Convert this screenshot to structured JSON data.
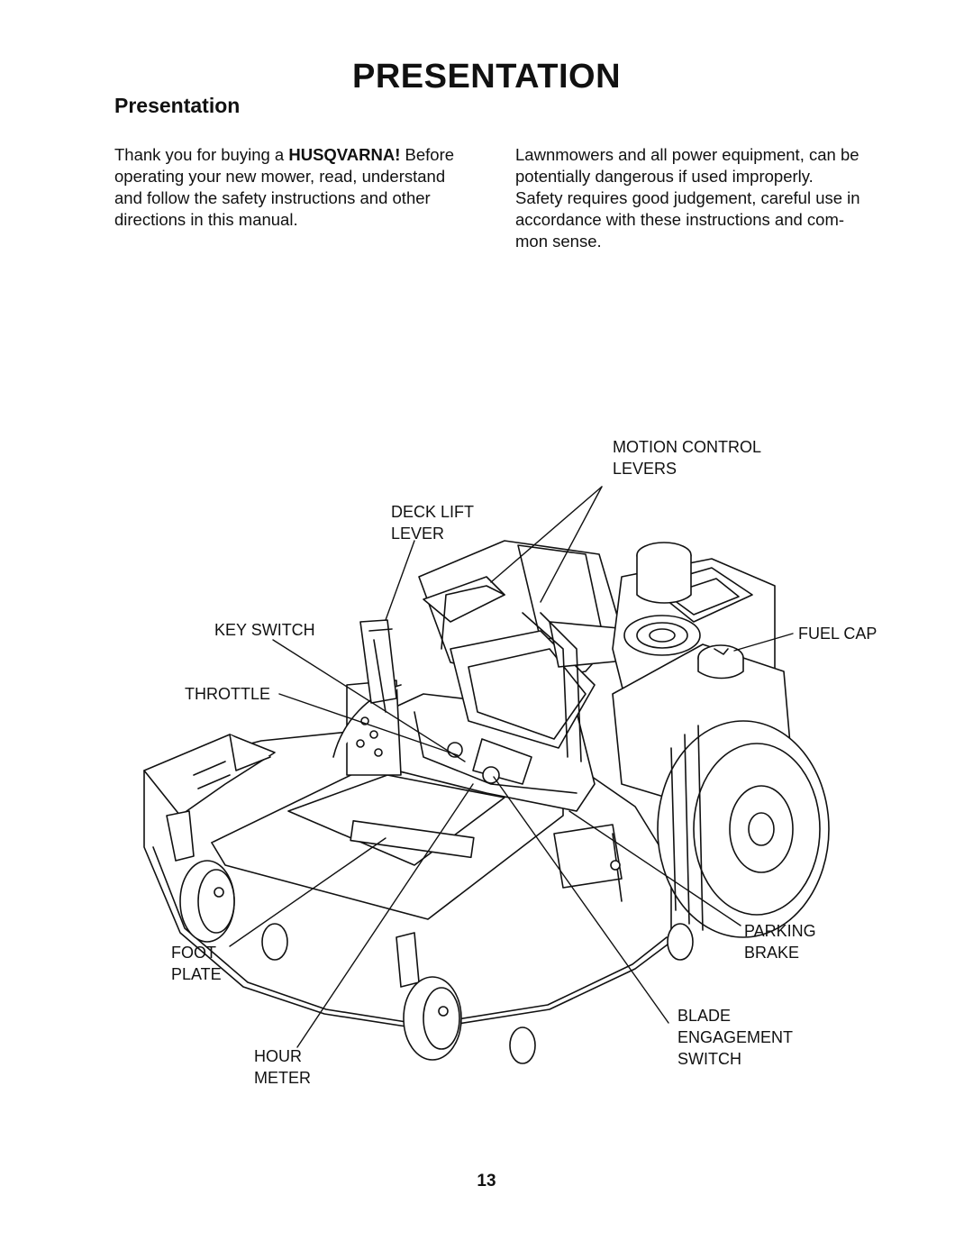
{
  "page_title": "PRESENTATION",
  "section_title": "Presentation",
  "intro_left": {
    "line1_pre": "Thank you for buying a ",
    "brand": "HUSQVARNA!",
    "line1_post": " Before",
    "line2": "operating your new mower, read, understand",
    "line3": "and follow the safety instructions and other",
    "line4": "directions in this manual."
  },
  "intro_right": {
    "line1": "Lawnmowers and all power equipment, can be",
    "line2": "potentially dangerous if used improperly.",
    "line3": "Safety requires good judgement, careful use in",
    "line4": "accordance with these instructions and com-",
    "line5": "mon sense."
  },
  "labels": {
    "motion_control": [
      "MOTION CONTROL",
      "LEVERS"
    ],
    "deck_lift": [
      "DECK LIFT",
      "LEVER"
    ],
    "key_switch": "KEY SWITCH",
    "fuel_cap": "FUEL CAP",
    "throttle": "THROTTLE",
    "parking_brake": [
      "PARKING",
      "BRAKE"
    ],
    "foot_plate": [
      "FOOT",
      "PLATE"
    ],
    "blade_engagement": [
      "BLADE",
      "ENGAGEMENT",
      "SWITCH"
    ],
    "hour_meter": [
      "HOUR",
      "METER"
    ]
  },
  "page_number": "13"
}
